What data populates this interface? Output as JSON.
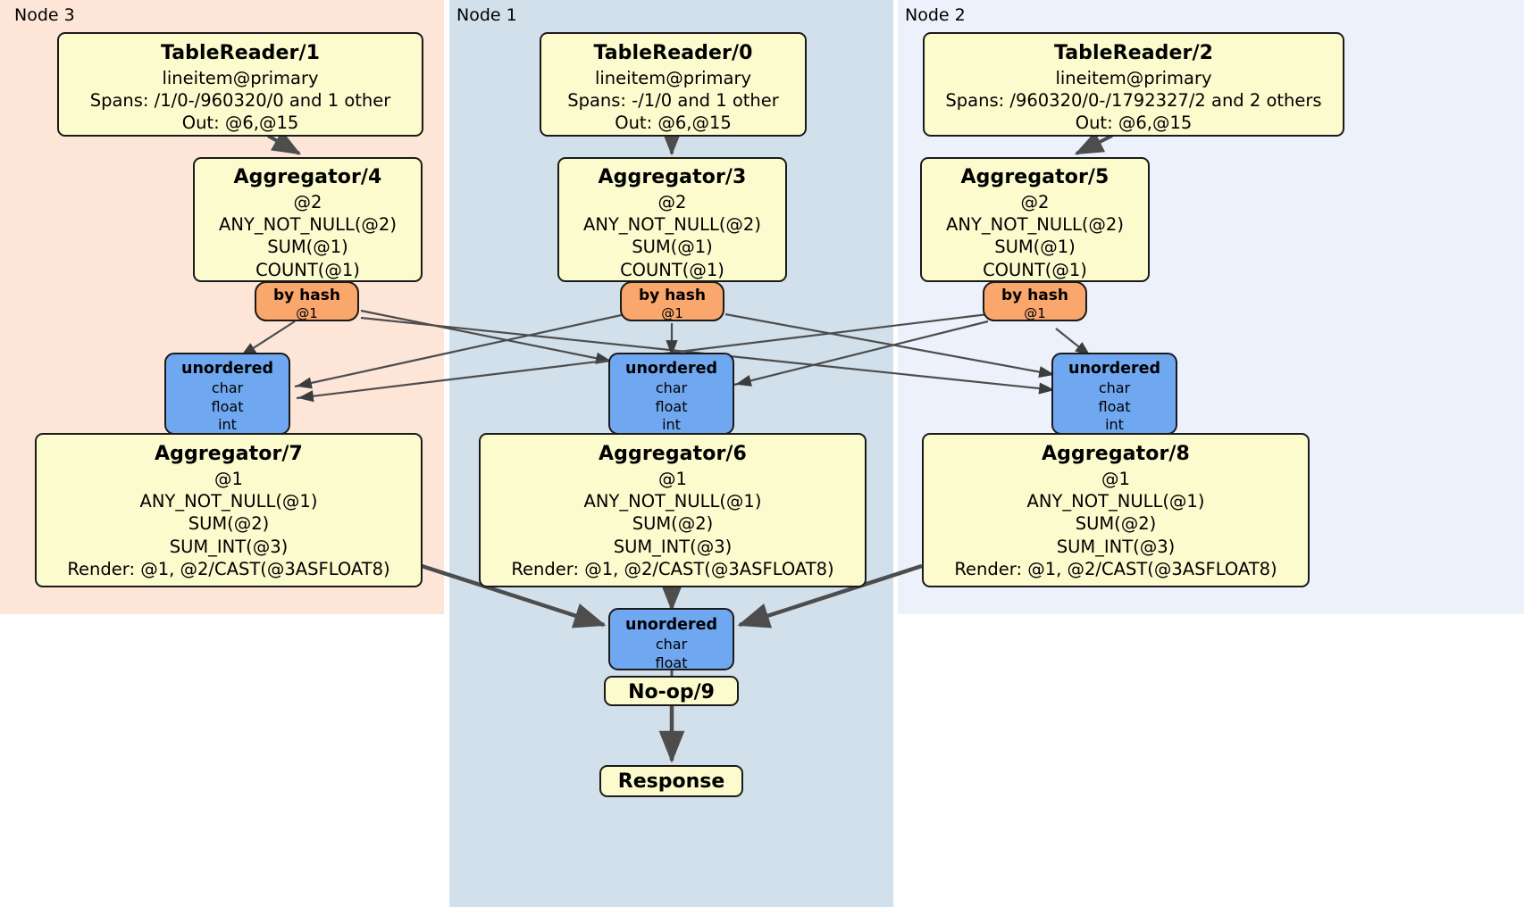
{
  "diagram": {
    "kind": "distsql-flow-plan",
    "colors": {
      "node3_bg": "#fde6d8",
      "node1_bg": "#d2e0eb",
      "node2_bg": "#edf1fb",
      "processor_bg": "#fbfbcd",
      "router_bg": "#f9a76c",
      "synchronizer_bg": "#6fa8f0",
      "edge": "#4d4d4d",
      "border": "#1a1a1a"
    }
  },
  "regions": [
    {
      "id": "node3",
      "label": "Node 3"
    },
    {
      "id": "node1",
      "label": "Node 1"
    },
    {
      "id": "node2",
      "label": "Node 2"
    }
  ],
  "processors": {
    "tablereader1": {
      "title": "TableReader/1",
      "lines": [
        "lineitem@primary",
        "Spans: /1/0-/960320/0 and 1 other",
        "Out: @6,@15"
      ]
    },
    "tablereader0": {
      "title": "TableReader/0",
      "lines": [
        "lineitem@primary",
        "Spans: -/1/0 and 1 other",
        "Out: @6,@15"
      ]
    },
    "tablereader2": {
      "title": "TableReader/2",
      "lines": [
        "lineitem@primary",
        "Spans: /960320/0-/1792327/2 and 2 others",
        "Out: @6,@15"
      ]
    },
    "aggregator4": {
      "title": "Aggregator/4",
      "lines": [
        "@2",
        "ANY_NOT_NULL(@2)",
        "SUM(@1)",
        "COUNT(@1)"
      ]
    },
    "aggregator3": {
      "title": "Aggregator/3",
      "lines": [
        "@2",
        "ANY_NOT_NULL(@2)",
        "SUM(@1)",
        "COUNT(@1)"
      ]
    },
    "aggregator5": {
      "title": "Aggregator/5",
      "lines": [
        "@2",
        "ANY_NOT_NULL(@2)",
        "SUM(@1)",
        "COUNT(@1)"
      ]
    },
    "aggregator7": {
      "title": "Aggregator/7",
      "lines": [
        "@1",
        "ANY_NOT_NULL(@1)",
        "SUM(@2)",
        "SUM_INT(@3)",
        "Render: @1, @2/CAST(@3ASFLOAT8)"
      ]
    },
    "aggregator6": {
      "title": "Aggregator/6",
      "lines": [
        "@1",
        "ANY_NOT_NULL(@1)",
        "SUM(@2)",
        "SUM_INT(@3)",
        "Render: @1, @2/CAST(@3ASFLOAT8)"
      ]
    },
    "aggregator8": {
      "title": "Aggregator/8",
      "lines": [
        "@1",
        "ANY_NOT_NULL(@1)",
        "SUM(@2)",
        "SUM_INT(@3)",
        "Render: @1, @2/CAST(@3ASFLOAT8)"
      ]
    },
    "noop9": {
      "title": "No-op/9",
      "lines": []
    },
    "response": {
      "title": "Response",
      "lines": []
    }
  },
  "routers": {
    "router_node3": {
      "title": "by hash",
      "lines": [
        "@1"
      ]
    },
    "router_node1": {
      "title": "by hash",
      "lines": [
        "@1"
      ]
    },
    "router_node2": {
      "title": "by hash",
      "lines": [
        "@1"
      ]
    }
  },
  "synchronizers": {
    "sync_node3": {
      "title": "unordered",
      "lines": [
        "char",
        "float",
        "int"
      ]
    },
    "sync_node1": {
      "title": "unordered",
      "lines": [
        "char",
        "float",
        "int"
      ]
    },
    "sync_node2": {
      "title": "unordered",
      "lines": [
        "char",
        "float",
        "int"
      ]
    },
    "sync_final": {
      "title": "unordered",
      "lines": [
        "char",
        "float"
      ]
    }
  }
}
